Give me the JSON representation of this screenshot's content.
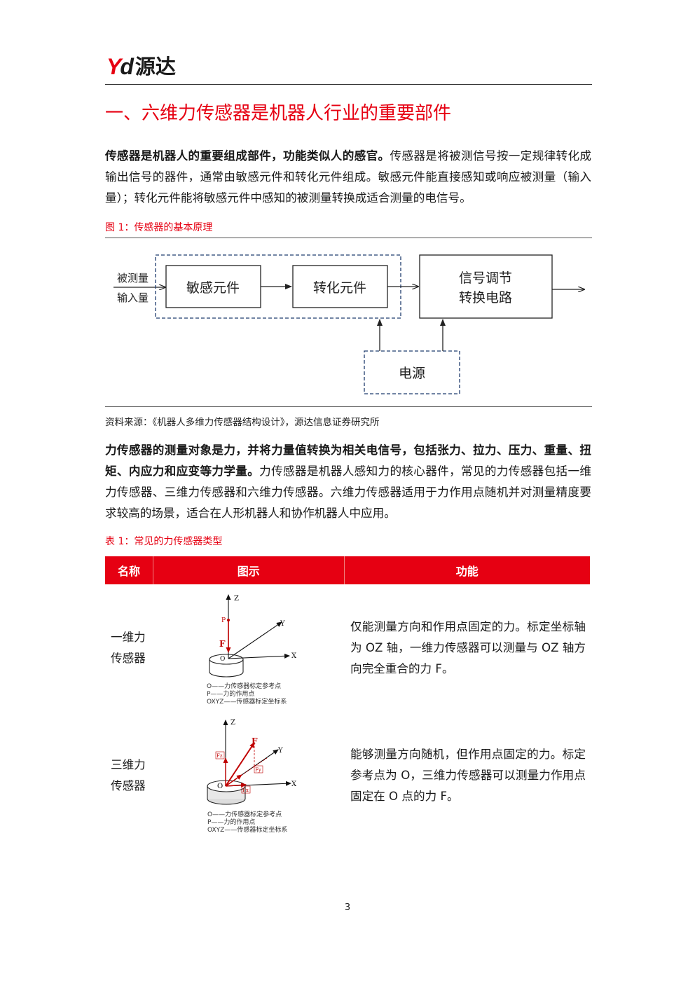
{
  "header": {
    "logo_mark_y": "Y",
    "logo_mark_d": "d",
    "logo_text": "源达"
  },
  "section_title": "一、六维力传感器是机器人行业的重要部件",
  "intro": {
    "bold": "传感器是机器人的重要组成部件，功能类似人的感官。",
    "text": "传感器是将被测信号按一定规律转化成输出信号的器件，通常由敏感元件和转化元件组成。敏感元件能直接感知或响应被测量（输入量）；转化元件能将敏感元件中感知的被测量转换成适合测量的电信号。"
  },
  "figure1": {
    "caption": "图 1：传感器的基本原理",
    "input_label_1": "被测量",
    "input_label_2": "输入量",
    "box_sensing": "敏感元件",
    "box_conversion": "转化元件",
    "box_signal_1": "信号调节",
    "box_signal_2": "转换电路",
    "box_power": "电源",
    "source": "资料来源：《机器人多维力传感器结构设计》，源达信息证券研究所"
  },
  "force_para": {
    "bold": "力传感器的测量对象是力，并将力量值转换为相关电信号，包括张力、拉力、压力、重量、扭矩、内应力和应变等力学量。",
    "text": "力传感器是机器人感知力的核心器件，常见的力传感器包括一维力传感器、三维力传感器和六维力传感器。六维力传感器适用于力作用点随机并对测量精度要求较高的场景，适合在人形机器人和协作机器人中应用。"
  },
  "table1": {
    "caption": "表 1：常见的力传感器类型",
    "headers": [
      "名称",
      "图示",
      "功能"
    ],
    "rows": [
      {
        "name_1": "一维力",
        "name_2": "传感器",
        "function": "仅能测量方向和作用点固定的力。标定坐标轴为 OZ 轴，一维力传感器可以测量与 OZ 轴方向完全重合的力 F。",
        "diagram": {
          "axis_z": "Z",
          "axis_y": "Y",
          "axis_x": "X",
          "label_p": "P",
          "label_f": "F",
          "label_o": "O",
          "legend_1": "O——力传感器标定参考点",
          "legend_2": "P——力的作用点",
          "legend_3": "OXYZ——传感器标定坐标系"
        }
      },
      {
        "name_1": "三维力",
        "name_2": "传感器",
        "function": "能够测量方向随机，但作用点固定的力。标定参考点为 O，三维力传感器可以测量力作用点固定在 O 点的力 F。",
        "diagram": {
          "axis_z": "Z",
          "axis_y": "Y",
          "axis_x": "X",
          "label_f": "F",
          "label_fz": "Fz",
          "label_fy": "Fy",
          "label_fx": "Fx",
          "label_o": "O",
          "legend_1": "O——力传感器标定参考点",
          "legend_2": "P——力的作用点",
          "legend_3": "OXYZ——传感器标定坐标系"
        }
      }
    ]
  },
  "page_number": "3",
  "colors": {
    "accent": "#e60012",
    "text": "#1a1a1a",
    "table_header_text": "#ffffff"
  }
}
